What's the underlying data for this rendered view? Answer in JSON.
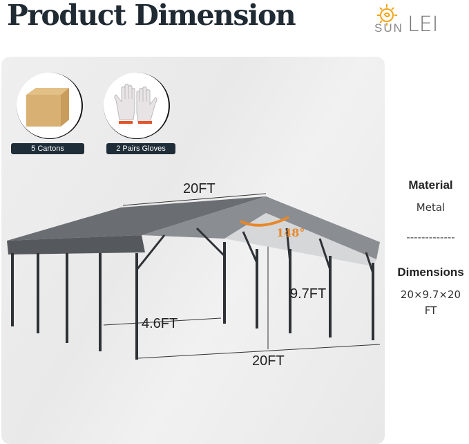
{
  "header": {
    "title": "Product Dimension",
    "logo_text": "SUNLEI"
  },
  "accessories": [
    {
      "label": "5 Cartons",
      "icon": "carton-box-icon"
    },
    {
      "label": "2 Pairs Gloves",
      "icon": "gloves-icon"
    }
  ],
  "dimensions": {
    "roof_length": "20FT",
    "roof_angle": "148°",
    "peak_height": "9.7FT",
    "side_height": "4.6FT",
    "base_length": "20FT"
  },
  "specs": {
    "material_label": "Material",
    "material_value": "Metal",
    "divider": "-------------",
    "dimensions_label": "Dimensions",
    "dimensions_value": "20×9.7×20",
    "dimensions_unit": "FT"
  },
  "colors": {
    "title": "#1f2a33",
    "tag_bg": "#1f2d38",
    "angle": "#e8872a",
    "roof": "#5d6165",
    "logo_sun": "#f2a516"
  }
}
